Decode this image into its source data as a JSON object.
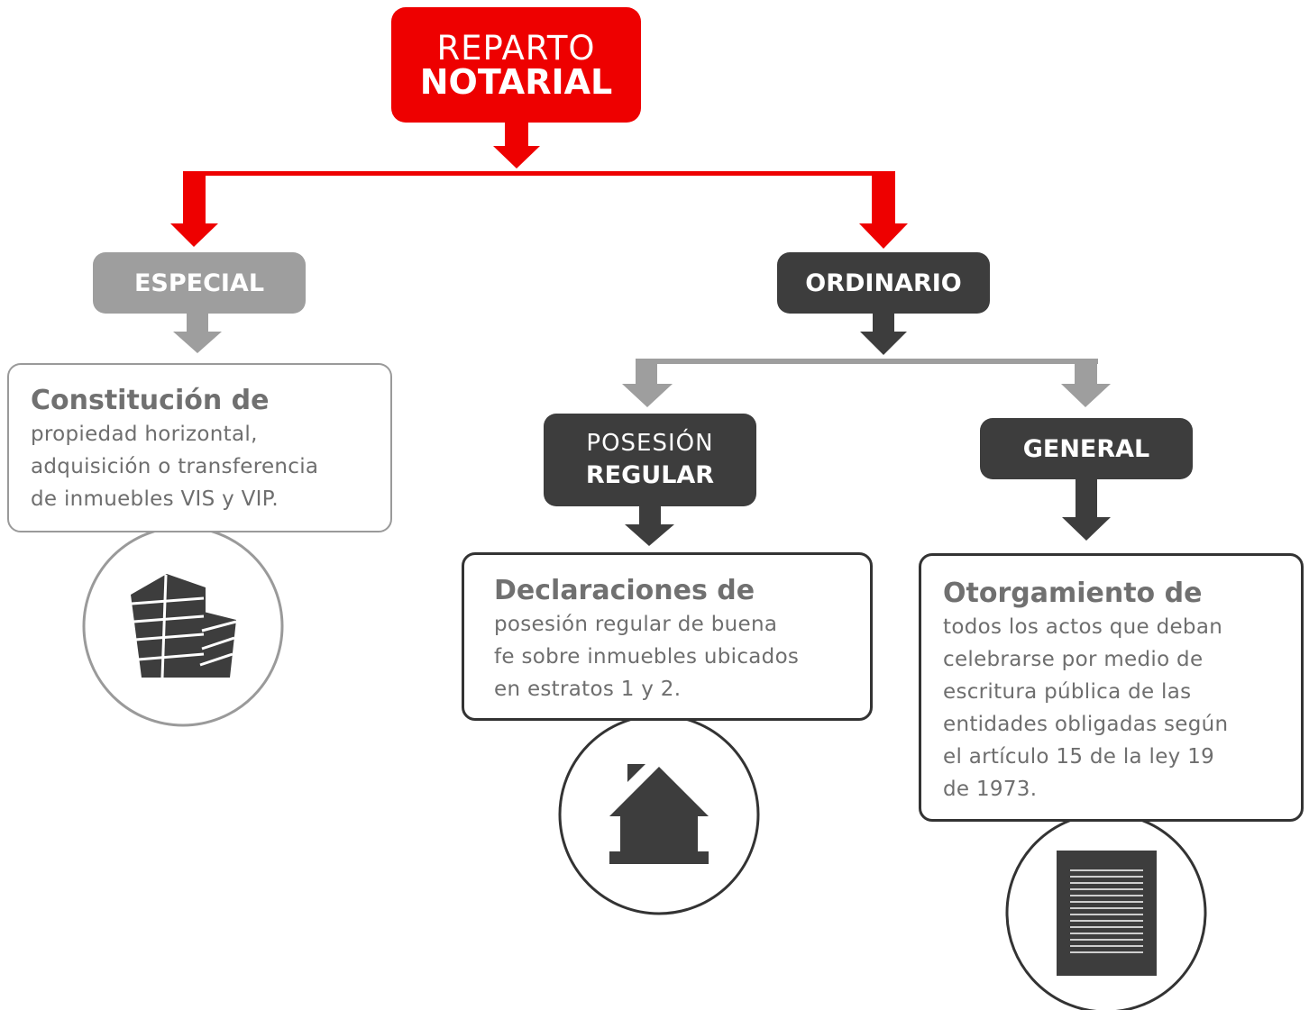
{
  "root": {
    "line1": "REPARTO",
    "line2": "NOTARIAL"
  },
  "branches": {
    "especial": {
      "label": "ESPECIAL"
    },
    "ordinario": {
      "label": "ORDINARIO"
    },
    "posesion_regular": {
      "line1": "POSESIÓN",
      "line2": "REGULAR"
    },
    "general": {
      "label": "GENERAL"
    }
  },
  "boxes": {
    "especial": {
      "heading": "Constitución de",
      "body": [
        "propiedad horizontal,",
        "adquisición o transferencia",
        "de inmuebles VIS y VIP."
      ]
    },
    "posesion_regular": {
      "heading": "Declaraciones de",
      "body": [
        "posesión regular de buena",
        "fe sobre inmuebles ubicados",
        "en estratos 1 y 2."
      ]
    },
    "general": {
      "heading": "Otorgamiento de",
      "body": [
        "todos los actos que deban",
        "celebrarse por medio de",
        "escritura pública de las",
        "entidades obligadas según",
        "el artículo 15 de la ley 19",
        "de 1973."
      ]
    }
  },
  "icons": {
    "especial": "buildings-icon",
    "posesion_regular": "house-icon",
    "general": "document-icon"
  },
  "colors": {
    "accent": "#ee0000",
    "dark": "#3d3d3d",
    "muted": "#9e9e9e",
    "text": "#6e6e6e"
  }
}
